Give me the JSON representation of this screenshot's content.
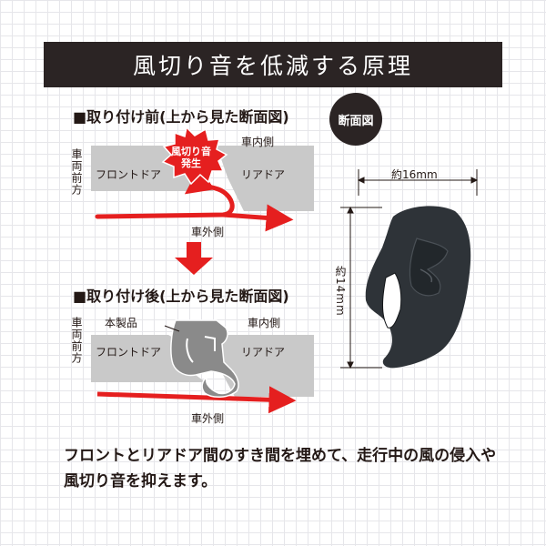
{
  "title": "風切り音を低減する原理",
  "before": {
    "heading": "■取り付け前(上から見た断面図)",
    "vehicle_front": "車両前方",
    "front_door": "フロントドア",
    "rear_door": "リアドア",
    "interior_side": "車内側",
    "exterior_side": "車外側",
    "burst_line1": "風切り音",
    "burst_line2": "発生"
  },
  "after": {
    "heading": "■取り付け後(上から見た断面図)",
    "vehicle_front": "車両前方",
    "product": "本製品",
    "front_door": "フロントドア",
    "rear_door": "リアドア",
    "interior_side": "車内側",
    "exterior_side": "車外側"
  },
  "cross_section": {
    "badge": "断面図",
    "width_label": "約16mm",
    "height_label": "約14mm"
  },
  "description": {
    "line1": "フロントとリアドア間のすき間を埋めて、走行中の風の侵入や",
    "line2": "風切り音を抑えます。"
  },
  "colors": {
    "title_bg": "#2b2424",
    "arrow_red": "#e51f1f",
    "panel_gray": "#c9c9c9",
    "seal_dark": "#2e3338"
  }
}
